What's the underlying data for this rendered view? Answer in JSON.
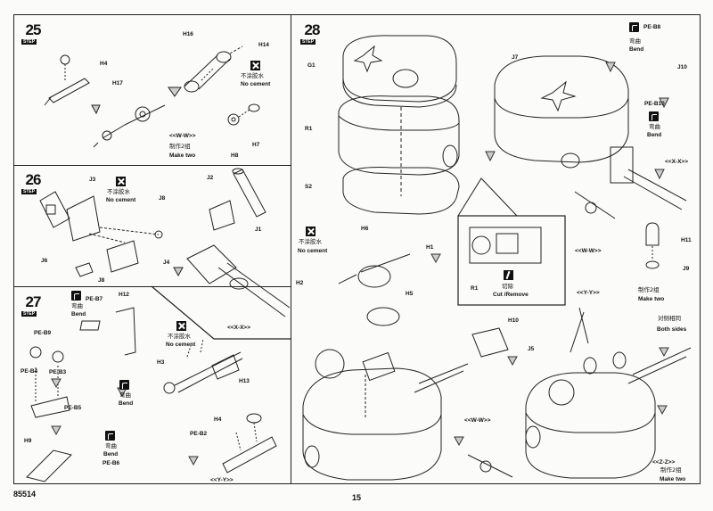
{
  "footer": {
    "product_code": "85514",
    "page_number": "15"
  },
  "steps": {
    "s25": {
      "number": "25",
      "step_word": "STEP"
    },
    "s26": {
      "number": "26",
      "step_word": "STEP"
    },
    "s27": {
      "number": "27",
      "step_word": "STEP"
    },
    "s28": {
      "number": "28",
      "step_word": "STEP"
    }
  },
  "labels": {
    "no_cement_cn": "不涂胶水",
    "no_cement_en": "No cement",
    "bend_cn": "弯曲",
    "bend_en": "Bend",
    "make_two_cn": "制作2组",
    "make_two_en": "Make two",
    "both_sides_cn": "对侧相同",
    "both_sides_en": "Both sides",
    "cut_remove_cn": "切除",
    "cut_remove_en": "Cut /Remove"
  },
  "refs": {
    "ww": "<<W-W>>",
    "xx": "<<X-X>>",
    "yy": "<<Y-Y>>",
    "zz": "<<Z-Z>>"
  },
  "parts": {
    "s25": [
      "H16",
      "H14",
      "H4",
      "H17",
      "H8",
      "H7"
    ],
    "s26": [
      "J3",
      "J2",
      "J8",
      "J6",
      "J4",
      "J8",
      "J1"
    ],
    "s27": [
      "PE-B7",
      "H12",
      "PE-B9",
      "PE-B4",
      "PE-B3",
      "PE-B5",
      "H3",
      "H13",
      "H4",
      "PE-B2",
      "H9",
      "PE-B6"
    ],
    "s28": [
      "G1",
      "R1",
      "S2",
      "J7",
      "PE-B8",
      "J10",
      "PE-B10",
      "H6",
      "H1",
      "H2",
      "H5",
      "R1",
      "H10",
      "J5",
      "H11",
      "J9"
    ]
  }
}
